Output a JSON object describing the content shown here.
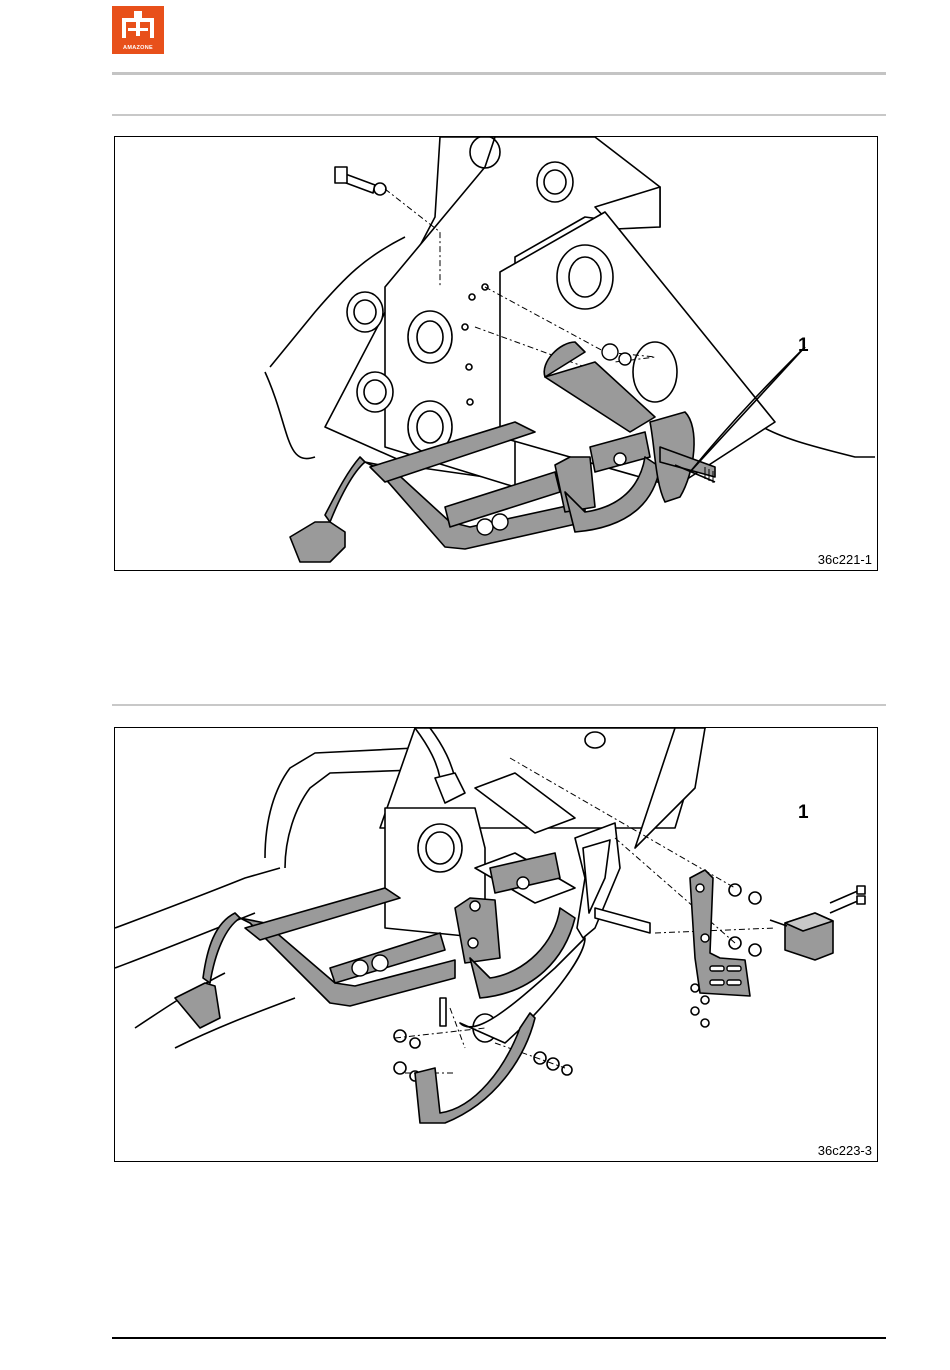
{
  "header": {
    "logo_text": "AMAZONE",
    "logo_color": "#e8501a"
  },
  "figures": [
    {
      "code": "36c221-1",
      "callout": "1"
    },
    {
      "code": "36c223-3",
      "callout": "1"
    }
  ]
}
